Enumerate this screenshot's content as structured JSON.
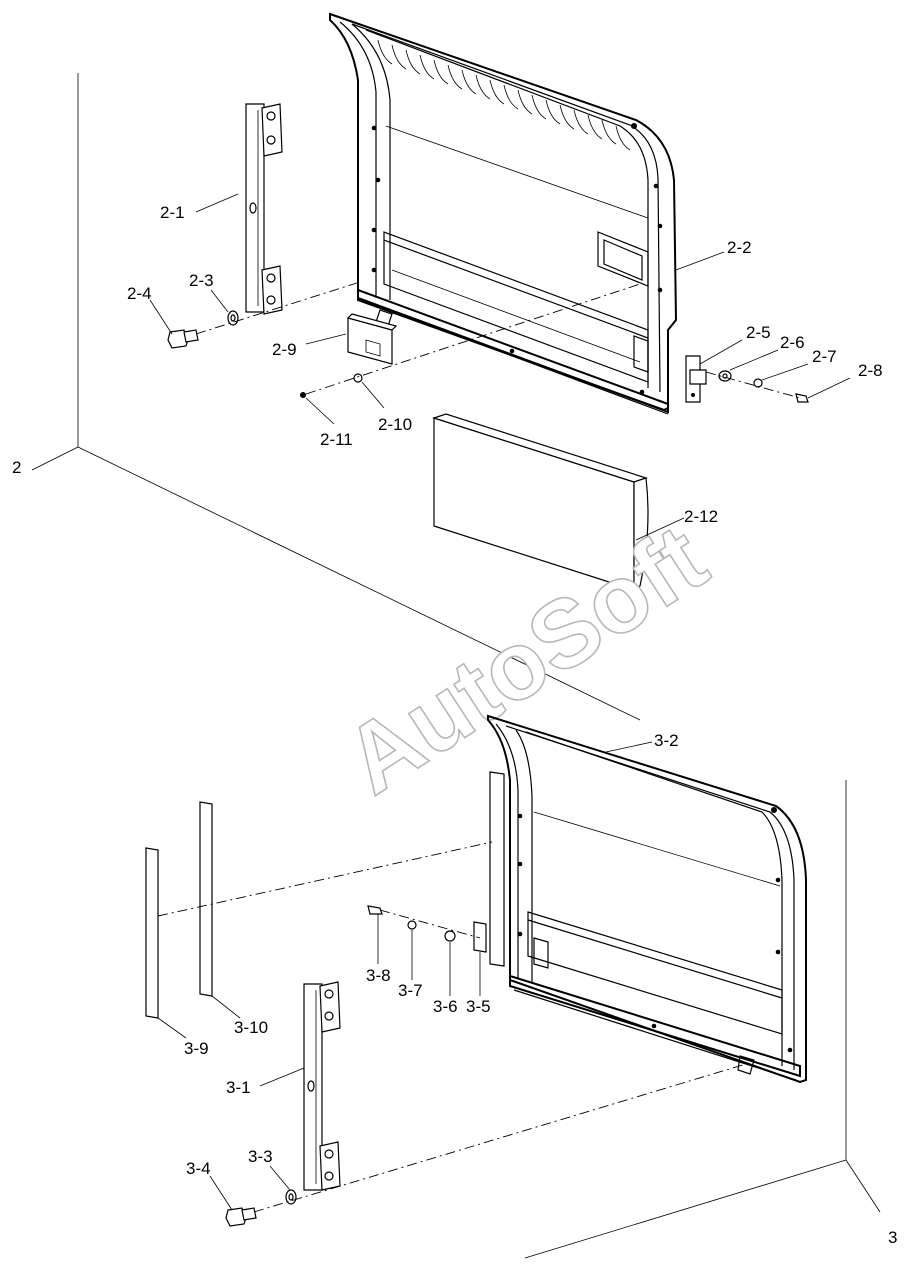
{
  "watermark": "AutoSoft",
  "views": [
    {
      "id": "2",
      "label": "2"
    },
    {
      "id": "3",
      "label": "3"
    }
  ],
  "callouts": {
    "c2_1": "2-1",
    "c2_2": "2-2",
    "c2_3": "2-3",
    "c2_4": "2-4",
    "c2_5": "2-5",
    "c2_6": "2-6",
    "c2_7": "2-7",
    "c2_8": "2-8",
    "c2_9": "2-9",
    "c2_10": "2-10",
    "c2_11": "2-11",
    "c2_12": "2-12",
    "c3_1": "3-1",
    "c3_2": "3-2",
    "c3_3": "3-3",
    "c3_4": "3-4",
    "c3_5": "3-5",
    "c3_6": "3-6",
    "c3_7": "3-7",
    "c3_8": "3-8",
    "c3_9": "3-9",
    "c3_10": "3-10"
  }
}
